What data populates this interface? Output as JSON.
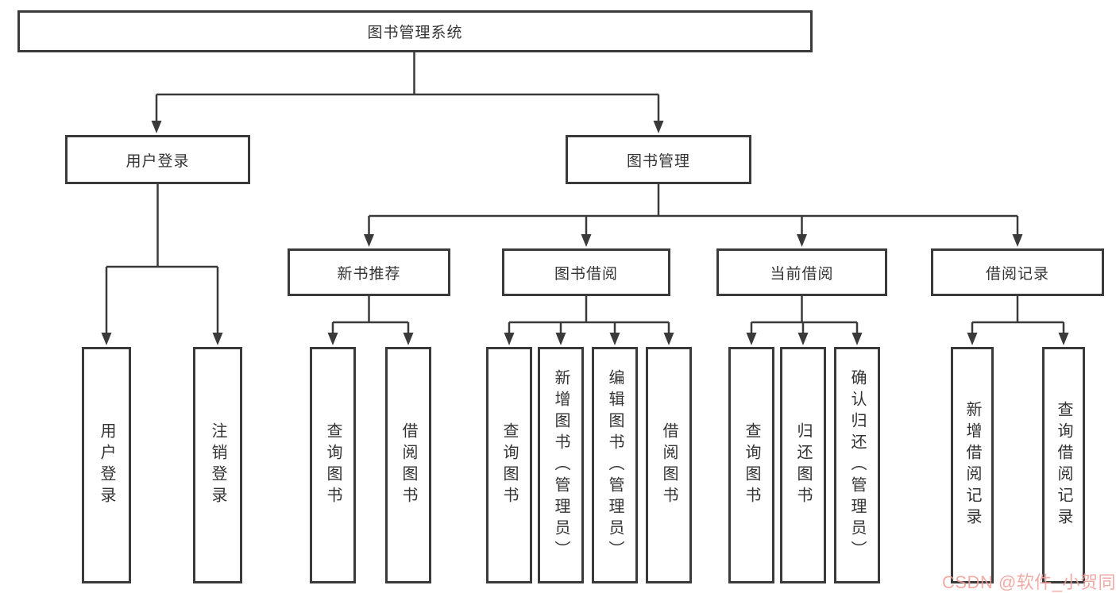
{
  "diagram": {
    "title": "图书管理系统",
    "tree": {
      "root": {
        "label": "图书管理系统",
        "children": [
          {
            "label": "用户登录",
            "children": [
              {
                "label": "用户登录"
              },
              {
                "label": "注销登录"
              }
            ]
          },
          {
            "label": "图书管理",
            "children": [
              {
                "label": "新书推荐",
                "children": [
                  {
                    "label": "查询图书"
                  },
                  {
                    "label": "借阅图书"
                  }
                ]
              },
              {
                "label": "图书借阅",
                "children": [
                  {
                    "label": "查询图书"
                  },
                  {
                    "label": "新增图书（管理员）"
                  },
                  {
                    "label": "编辑图书（管理员）"
                  },
                  {
                    "label": "借阅图书"
                  }
                ]
              },
              {
                "label": "当前借阅",
                "children": [
                  {
                    "label": "查询图书"
                  },
                  {
                    "label": "归还图书"
                  },
                  {
                    "label": "确认归还（管理员）"
                  }
                ]
              },
              {
                "label": "借阅记录",
                "children": [
                  {
                    "label": "新增借阅记录"
                  },
                  {
                    "label": "查询借阅记录"
                  }
                ]
              }
            ]
          }
        ]
      }
    },
    "colors": {
      "line": "#3a3a3a",
      "text": "#333333",
      "background": "#ffffff",
      "watermark": "#f0a09a"
    }
  },
  "watermark": {
    "text": "CSDN @软件_小贺同学"
  }
}
